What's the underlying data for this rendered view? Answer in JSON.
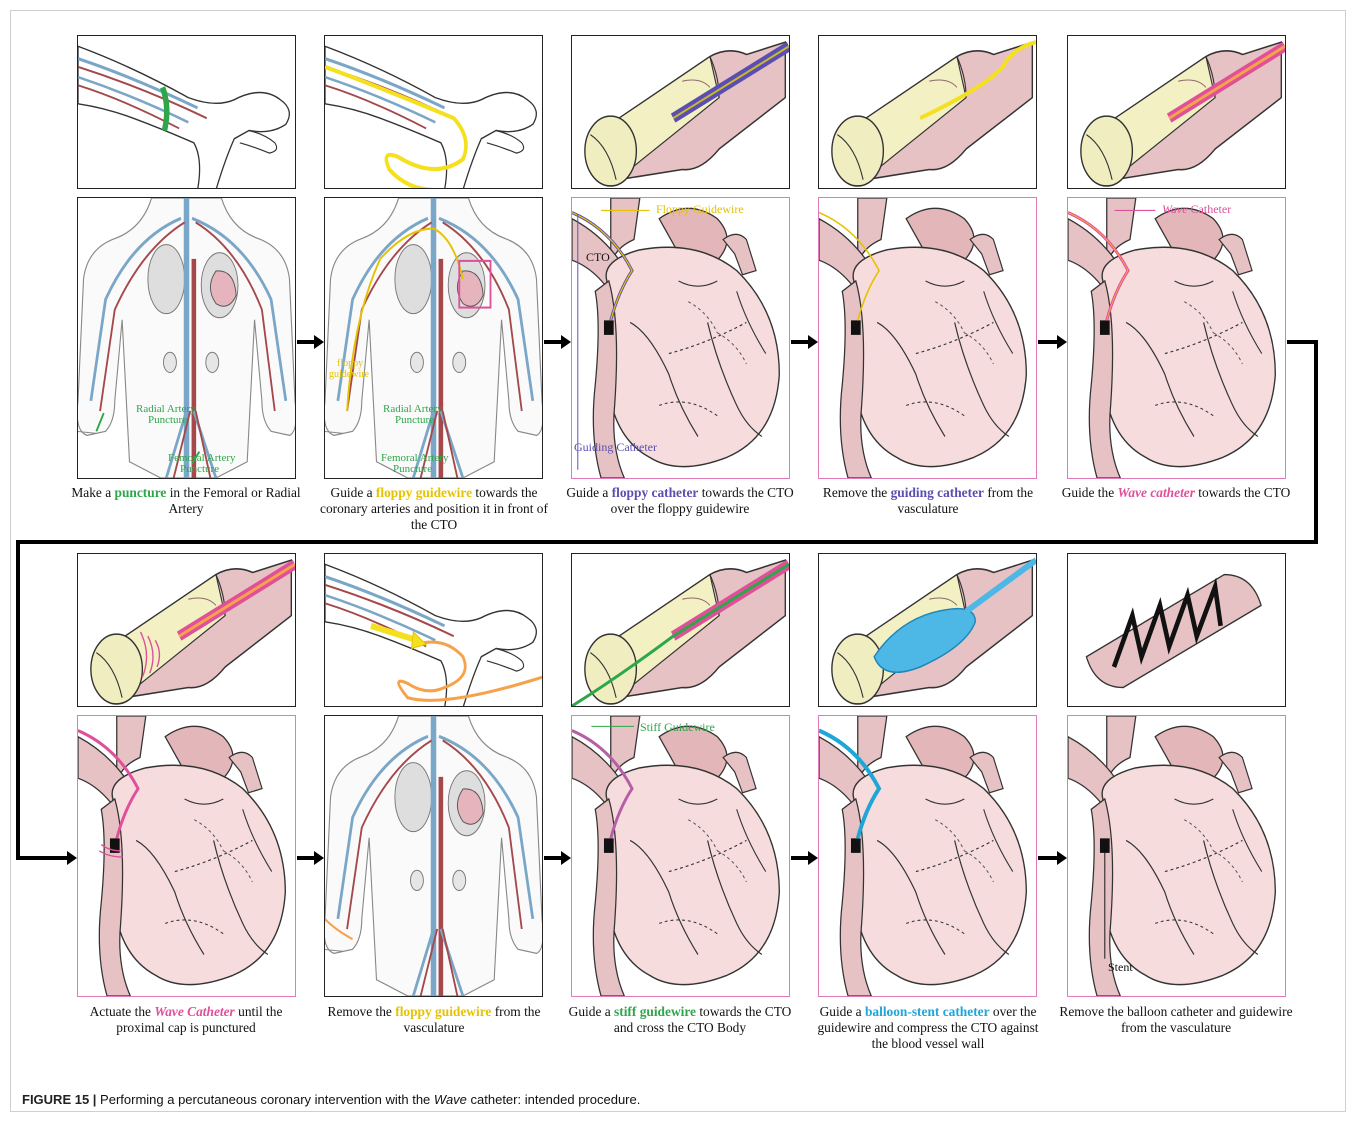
{
  "figure_caption": {
    "label": "FIGURE 15 |",
    "text_before": " Performing a percutaneous coronary intervention with the ",
    "italic": "Wave",
    "text_after": " catheter: intended procedure."
  },
  "labels": {
    "radial_puncture_1": "Radial Artery",
    "radial_puncture_2": "Puncture",
    "femoral_puncture_1": "Femoral Artery",
    "femoral_puncture_2": "Puncture",
    "floppy_guidewire_small_1": "floppy",
    "floppy_guidewire_small_2": "guidewire",
    "floppy_guidewire": "Floppy Guidewire",
    "cto": "CTO",
    "guiding_catheter": "Guiding Catheter",
    "wave_italic": "Wave",
    "catheter": " Catheter",
    "stiff_guidewire": "Stiff Guidewire",
    "stent": "Stent"
  },
  "steps": [
    {
      "pre": "Make a ",
      "hl": "puncture",
      "post": " in the Femoral or Radial Artery"
    },
    {
      "pre": "Guide a ",
      "hl": "floppy guidewire",
      "post": " towards the coronary arteries and position it in front of the CTO"
    },
    {
      "pre": "Guide a ",
      "hl": "floppy catheter",
      "post": " towards the CTO over the floppy guidewire"
    },
    {
      "pre": "Remove the ",
      "hl": "guiding catheter",
      "post": " from the vasculature"
    },
    {
      "pre": "Guide the ",
      "hl": "Wave catheter",
      "post": " towards the CTO"
    },
    {
      "pre": "Actuate the ",
      "hl": "Wave Catheter",
      "post": " until the proximal cap is punctured"
    },
    {
      "pre": "Remove the ",
      "hl": "floppy guidewire",
      "post": " from the vasculature"
    },
    {
      "pre": "Guide a ",
      "hl": "stiff guidewire",
      "post": " towards the CTO and cross the CTO Body"
    },
    {
      "pre": "Guide a ",
      "hl": "balloon-stent catheter",
      "post": " over the guidewire and compress the CTO against the blood vessel wall"
    },
    {
      "pre": "Remove the balloon catheter and guidewire from the vasculature",
      "hl": "",
      "post": ""
    }
  ],
  "colors": {
    "puncture": "#2ea64a",
    "floppy_guidewire": "#e6c200",
    "floppy_catheter": "#5a4fb0",
    "wave_catheter": "#e0509a",
    "balloon_stent": "#1fa6d8",
    "pink_frame": "#e07ab8"
  }
}
